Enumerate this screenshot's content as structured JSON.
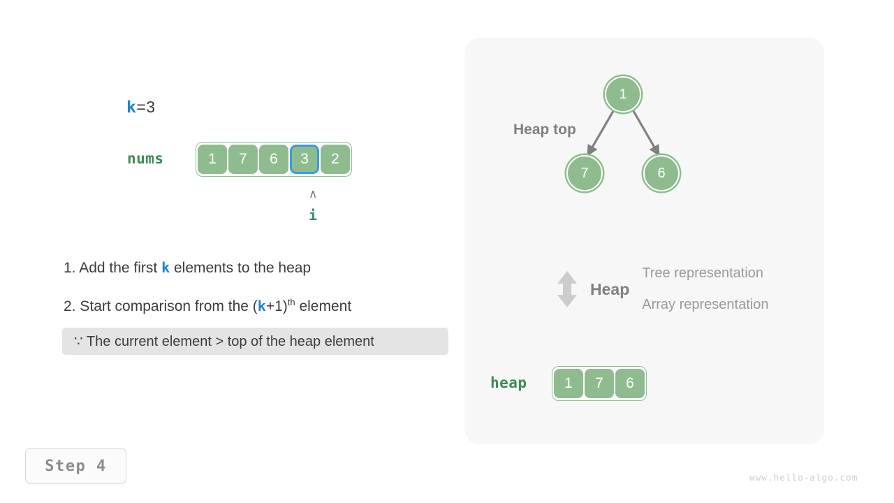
{
  "left": {
    "k_line": {
      "var": "k",
      "operator": "=",
      "value": "3"
    },
    "nums_label": "nums",
    "nums_cells": [
      "1",
      "7",
      "6",
      "3",
      "2"
    ],
    "nums_highlight_index": 3,
    "pointer": {
      "caret": "∧",
      "label": "i"
    },
    "steps": [
      {
        "prefix": "1. Add the first ",
        "var": "k",
        "suffix": " elements to the heap"
      },
      {
        "prefix": "2. Start comparison from the (",
        "var": "k",
        "mid": "+1)",
        "sup": "th",
        "suffix": " element"
      }
    ],
    "reason": "∵ The current element > top of the heap element",
    "step_badge": "Step 4"
  },
  "right": {
    "heap_top_label": "Heap top",
    "tree_nodes": [
      {
        "id": "root",
        "value": "1"
      },
      {
        "id": "left",
        "value": "7"
      },
      {
        "id": "right",
        "value": "6"
      }
    ],
    "legend": {
      "icon": "double-arrow-vertical-icon",
      "word": "Heap",
      "representations": [
        "Tree representation",
        "Array representation"
      ]
    },
    "heap_label": "heap",
    "heap_cells": [
      "1",
      "7",
      "6"
    ]
  },
  "watermark": "www.hello-algo.com",
  "colors": {
    "green_fill": "#8fbc8f",
    "green_text": "#3c8c52",
    "blue_accent": "#1b85d4",
    "blue_highlight": "#3c9ae0",
    "teal": "#2e8b78",
    "panel_bg": "#f7f7f7",
    "callout_bg": "#e4e4e4",
    "arrow_gray": "#808080"
  }
}
